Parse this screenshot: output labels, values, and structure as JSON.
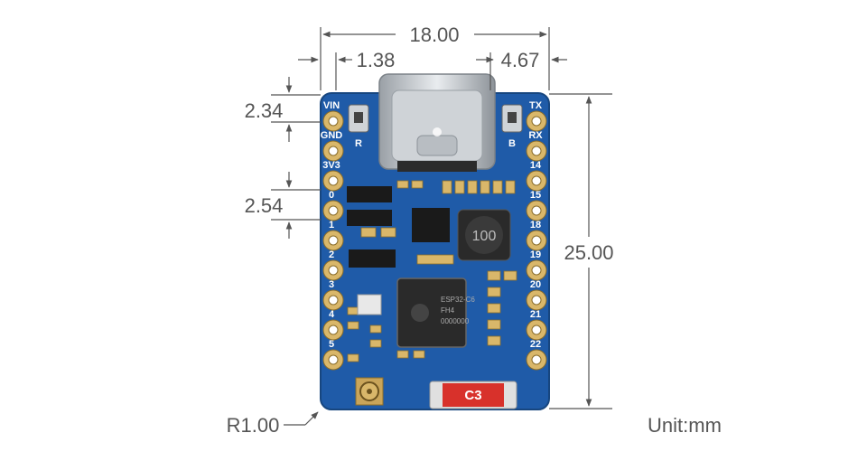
{
  "dimensions": {
    "width": "18.00",
    "offset_left": "1.38",
    "offset_right": "4.67",
    "pin_offset_top": "2.34",
    "pin_pitch": "2.54",
    "height": "25.00",
    "corner_radius": "R1.00",
    "unit": "Unit:mm"
  },
  "board": {
    "left_pins": [
      "VIN",
      "GND",
      "3V3",
      "0",
      "1",
      "2",
      "3",
      "4",
      "5"
    ],
    "right_pins": [
      "TX",
      "RX",
      "14",
      "15",
      "18",
      "19",
      "20",
      "21",
      "22"
    ],
    "button_left": "R",
    "button_right": "B",
    "inductor_marking": "100",
    "chip_marking": [
      "ESP32-C6",
      "FH4",
      "0000000"
    ],
    "antenna_label": "C3"
  },
  "colors": {
    "pcb": "#1f5ba8",
    "pad": "#d9b76a",
    "dimension_line": "#555555",
    "antenna": "#d8312b"
  }
}
